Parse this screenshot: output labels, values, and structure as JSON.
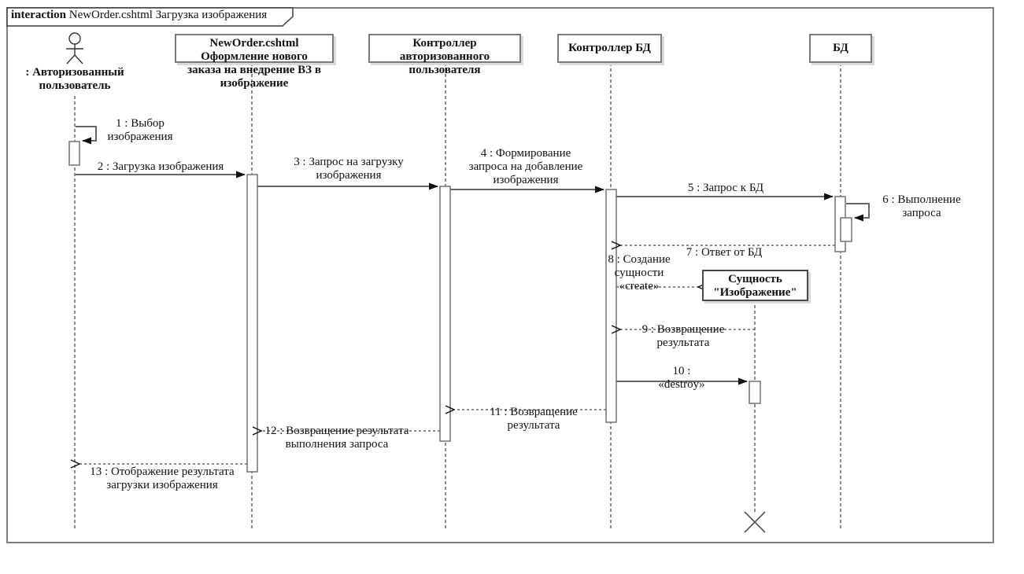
{
  "frame": {
    "keyword": "interaction",
    "title": "NewOrder.cshtml Загрузка изображения"
  },
  "lifelines": [
    {
      "name": "user",
      "kind": "actor",
      "lines": [
        ": Авторизованный",
        "пользователь"
      ]
    },
    {
      "name": "neworder-page",
      "lines": [
        "NewOrder.cshtml",
        "Оформление нового",
        "заказа на внедрение ВЗ в",
        "изображение"
      ]
    },
    {
      "name": "auth-user-controller",
      "lines": [
        "Контроллер",
        "авторизованного",
        "пользователя"
      ]
    },
    {
      "name": "db-controller",
      "lines": [
        "Контроллер БД"
      ]
    },
    {
      "name": "database",
      "lines": [
        "БД"
      ]
    }
  ],
  "entity": {
    "lines": [
      "Сущность",
      "\"Изображение\""
    ]
  },
  "messages": [
    {
      "num": 1,
      "type": "self",
      "from": "user",
      "to": "user",
      "lines": [
        "1 : Выбор",
        "изображения"
      ]
    },
    {
      "num": 2,
      "type": "solid",
      "from": "user",
      "to": "neworder-page",
      "lines": [
        "2 : Загрузка изображения"
      ]
    },
    {
      "num": 3,
      "type": "solid",
      "from": "neworder-page",
      "to": "auth-user-controller",
      "lines": [
        "3 : Запрос на загрузку",
        "изображения"
      ]
    },
    {
      "num": 4,
      "type": "solid",
      "from": "auth-user-controller",
      "to": "db-controller",
      "lines": [
        "4 : Формирование",
        "запроса на добавление",
        "изображения"
      ]
    },
    {
      "num": 5,
      "type": "solid",
      "from": "db-controller",
      "to": "database",
      "lines": [
        "5 : Запрос к БД"
      ]
    },
    {
      "num": 6,
      "type": "self",
      "from": "database",
      "to": "database",
      "lines": [
        "6 : Выполнение",
        "запроса"
      ]
    },
    {
      "num": 7,
      "type": "return",
      "from": "database",
      "to": "db-controller",
      "lines": [
        "7 : Ответ от БД"
      ]
    },
    {
      "num": 8,
      "type": "create",
      "from": "db-controller",
      "to": "entity",
      "lines": [
        "8 : Создание",
        "сущности",
        "«create»"
      ]
    },
    {
      "num": 9,
      "type": "return",
      "from": "entity",
      "to": "db-controller",
      "lines": [
        "9 : Возвращение",
        "результата"
      ]
    },
    {
      "num": 10,
      "type": "destroy",
      "from": "db-controller",
      "to": "entity",
      "lines": [
        "10 :",
        "«destroy»"
      ]
    },
    {
      "num": 11,
      "type": "return",
      "from": "db-controller",
      "to": "auth-user-controller",
      "lines": [
        "11 : Возвращение",
        "результата"
      ]
    },
    {
      "num": 12,
      "type": "return",
      "from": "auth-user-controller",
      "to": "neworder-page",
      "lines": [
        "12 : Возвращение результата",
        "выполнения запроса"
      ]
    },
    {
      "num": 13,
      "type": "return",
      "from": "neworder-page",
      "to": "user",
      "lines": [
        "13 : Отображение результата",
        "загрузки изображения"
      ]
    }
  ],
  "colors": {
    "frame_border": "#7f7f7f",
    "box_border": "#7a7a7a",
    "shadow": "#d9d9d9",
    "line": "#666666",
    "text": "#111111"
  }
}
